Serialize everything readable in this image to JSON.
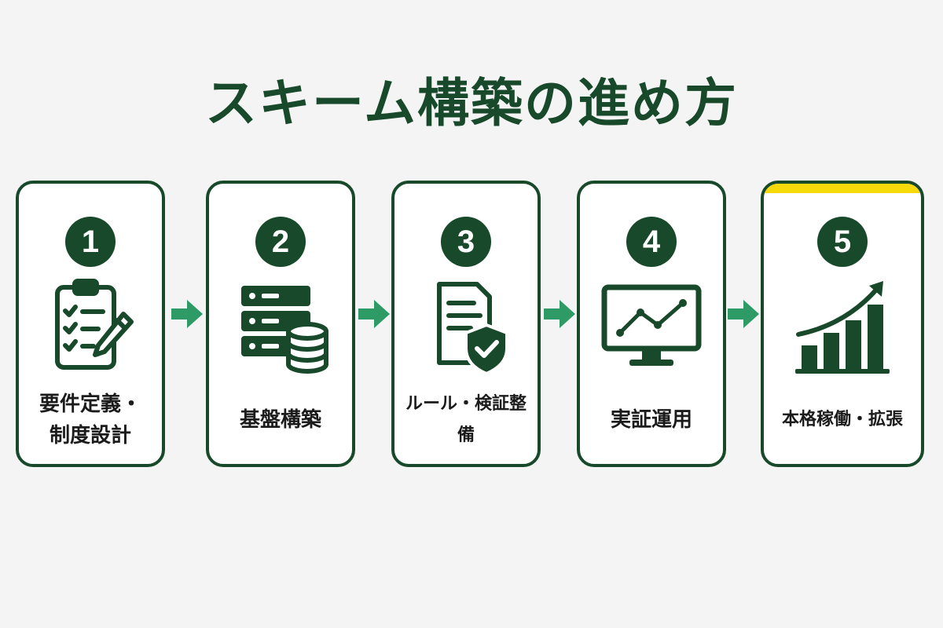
{
  "title": "スキーム構築の進め方",
  "colors": {
    "primary": "#17492a",
    "arrow": "#2e9b66",
    "accent": "#f5d90a",
    "background": "#f4f4f4",
    "card": "#ffffff"
  },
  "steps": [
    {
      "number": "1",
      "label": "要件定義・\n制度設計",
      "icon": "clipboard-checklist-pencil-icon"
    },
    {
      "number": "2",
      "label": "基盤構築",
      "icon": "server-database-icon"
    },
    {
      "number": "3",
      "label": "ルール・検証整備",
      "icon": "document-shield-check-icon"
    },
    {
      "number": "4",
      "label": "実証運用",
      "icon": "monitor-line-chart-icon"
    },
    {
      "number": "5",
      "label": "本格稼働・拡張",
      "icon": "growth-bar-chart-arrow-icon"
    }
  ],
  "arrow_icon": "right-arrow-icon"
}
